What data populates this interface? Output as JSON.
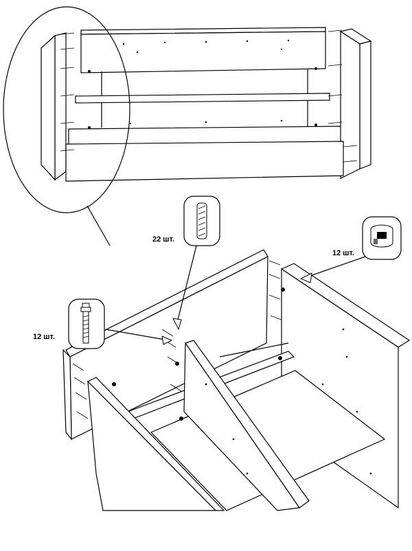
{
  "labels": {
    "dowel_count": "22 шт.",
    "cam_lock_count": "12 шт.",
    "cam_bolt_count": "12 шт."
  },
  "parts": [
    {
      "name": "wooden-dowel",
      "icon": "dowel-icon"
    },
    {
      "name": "cam-lock",
      "icon": "cam-lock-icon"
    },
    {
      "name": "cam-bolt",
      "icon": "cam-bolt-icon"
    }
  ],
  "colors": {
    "line": "#000000",
    "background": "#ffffff"
  }
}
